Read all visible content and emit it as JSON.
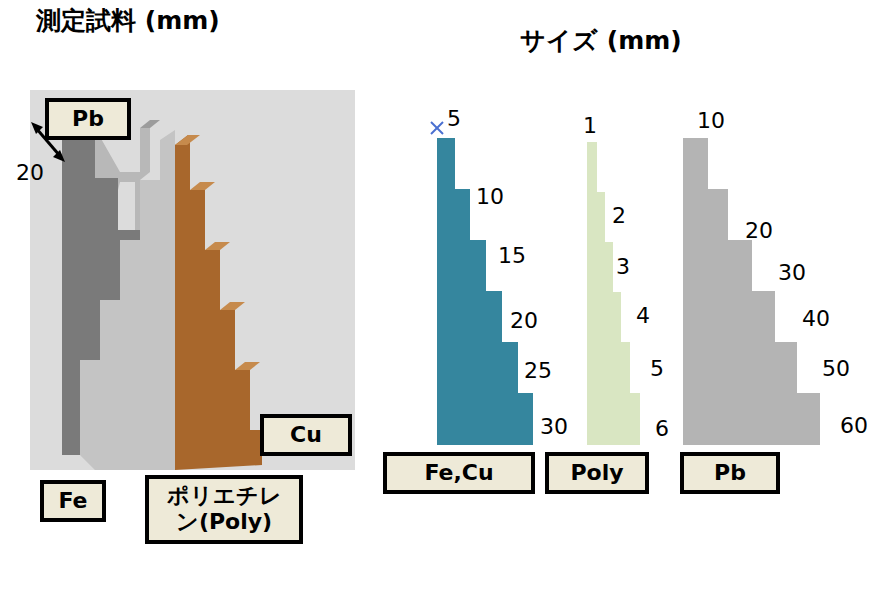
{
  "diagram": {
    "nodes": [
      {
        "text": [
          "Pb"
        ]
      },
      {
        "text": [
          "Cu"
        ]
      },
      {
        "text": [
          "Fe"
        ]
      },
      {
        "text": [
          "ポリエチレン(Poly)"
        ]
      },
      {
        "text": [
          "Fe,Cu"
        ]
      },
      {
        "text": [
          "Poly"
        ]
      },
      {
        "text": [
          "Pb"
        ]
      }
    ],
    "labels": [
      "測定試料 (mm)",
      "サイズ (mm)",
      "20",
      "5",
      "10",
      "15",
      "20",
      "25",
      "30",
      "1",
      "2",
      "3",
      "4",
      "5",
      "6",
      "10",
      "20",
      "30",
      "40",
      "50",
      "60"
    ]
  }
}
